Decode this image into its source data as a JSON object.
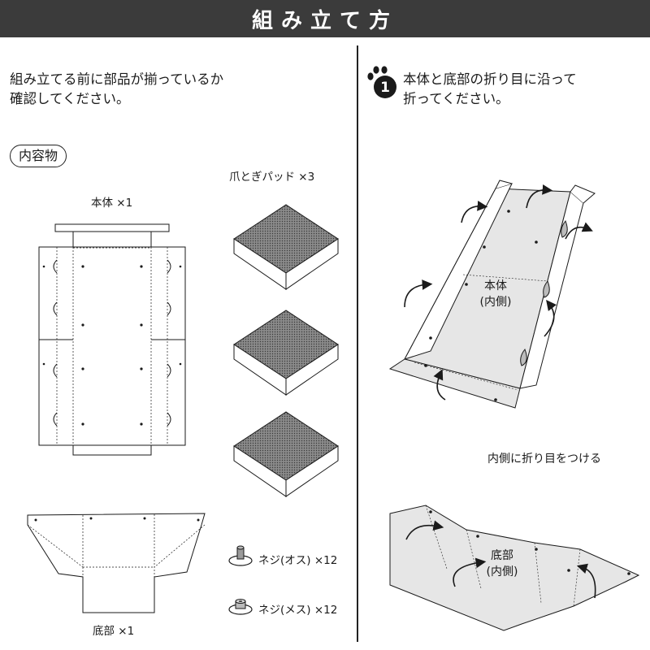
{
  "header": {
    "title": "組み立て方"
  },
  "left": {
    "intro_line1": "組み立てる前に部品が揃っているか",
    "intro_line2": "確認してください。",
    "contents_label": "内容物",
    "body_label": "本体 ×1",
    "pad_label": "爪とぎパッド ×3",
    "base_label": "底部 ×1",
    "screw_male_label": "ネジ(オス) ×12",
    "screw_female_label": "ネジ(メス) ×12"
  },
  "right": {
    "step_number": "1",
    "step_line1": "本体と底部の折り目に沿って",
    "step_line2": "折ってください。",
    "body_inner_line1": "本体",
    "body_inner_line2": "(内側)",
    "crease_note": "内側に折り目をつける",
    "base_inner_line1": "底部",
    "base_inner_line2": "(内側)"
  },
  "colors": {
    "header_bg": "#3b3b3b",
    "panel_fill": "#e6e6e6",
    "line": "#1a1a1a"
  },
  "icons": [
    "paw-icon",
    "fold-arrow-icon",
    "screw-male-icon",
    "screw-female-icon"
  ]
}
